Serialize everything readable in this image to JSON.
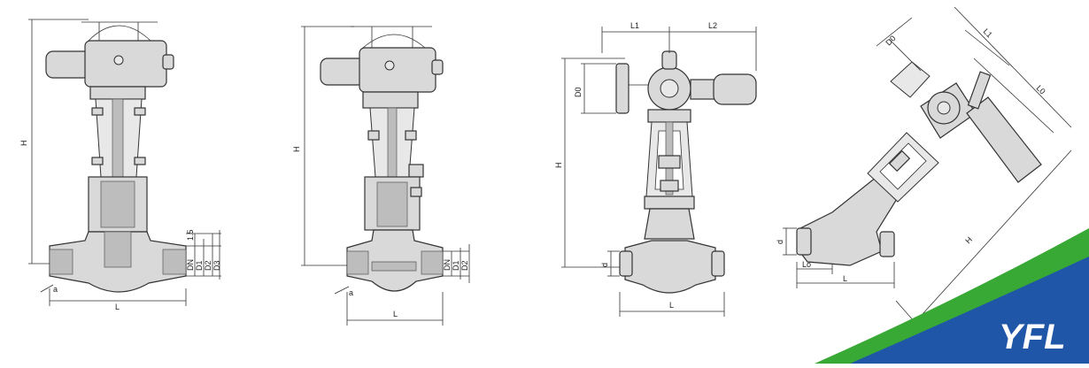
{
  "drawings": {
    "electric_gate_valve": {
      "labels": {
        "H": "H",
        "L": "L",
        "t": "1.5",
        "DN": "DN",
        "D1": "D1",
        "D2": "D2",
        "D3": "D3",
        "a": "a"
      }
    },
    "electric_globe_valve": {
      "labels": {
        "H": "H",
        "L": "L",
        "DN": "DN",
        "D1": "D1",
        "D2": "D2",
        "a": "a"
      }
    },
    "electric_globe_valve_side": {
      "labels": {
        "L1": "L1",
        "L2": "L2",
        "D0": "D0",
        "H": "H",
        "d": "d",
        "L": "L"
      }
    },
    "electric_y_globe_valve": {
      "labels": {
        "D0": "D0",
        "L1": "L1",
        "L0": "L0",
        "H": "H",
        "d": "d",
        "Lo": "Lo",
        "L": "L"
      }
    }
  },
  "brand": {
    "logo_text": "YFL",
    "colors": {
      "blue": "#1f56a8",
      "green": "#39a935",
      "text": "#ffffff"
    }
  }
}
